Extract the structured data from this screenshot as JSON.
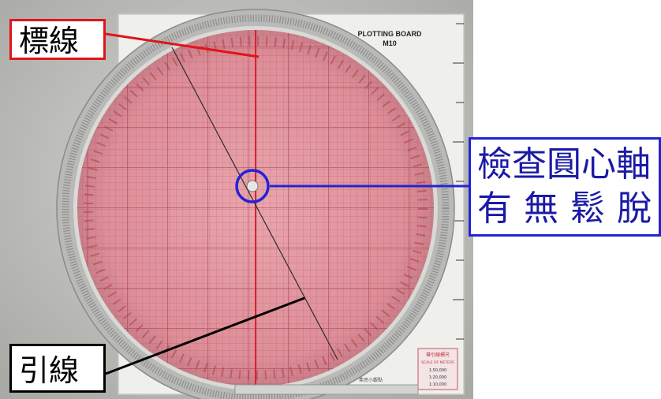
{
  "board": {
    "title": "PLOTTING BOARD",
    "model": "M10",
    "table_title": "導引線標尺",
    "table_header": "SCALE OF METERS",
    "table_rows": [
      "1:50,000",
      "1:20,000",
      "1:10,000"
    ],
    "maker": "弗思小觀點"
  },
  "callouts": {
    "biaoxian": "標線",
    "yinxian": "引線",
    "check_line1": "檢查圓心軸",
    "check_line2": "有無鬆脫"
  },
  "colors": {
    "red_box": "#e0141a",
    "blue_box": "#2323d6",
    "black_box": "#000000"
  }
}
